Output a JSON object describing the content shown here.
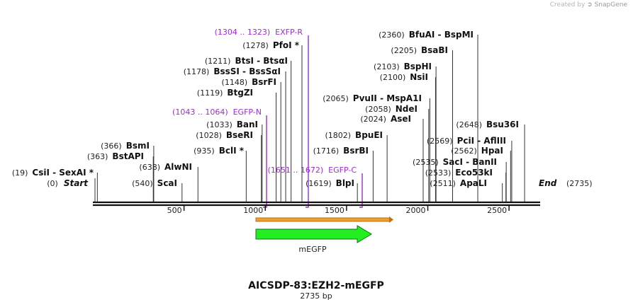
{
  "credit": {
    "text": "Created by",
    "brand": "SnapGene"
  },
  "title": "AICSDP-83:EZH2-mEGFP",
  "subtitle": "2735 bp",
  "length": 2735,
  "scale_ticks": [
    {
      "value": 500,
      "label": "500"
    },
    {
      "value": 1000,
      "label": "1000"
    },
    {
      "value": 1500,
      "label": "1500"
    },
    {
      "value": 2000,
      "label": "2000"
    },
    {
      "value": 2500,
      "label": "2500"
    }
  ],
  "ends": {
    "start": {
      "pos": "(0)",
      "name": "Start"
    },
    "end": {
      "pos": "(2735)",
      "name": "End"
    }
  },
  "sites": [
    {
      "id": "csii",
      "bp": 19,
      "pos": "(19)",
      "name": "CsiI  -  SexAI *"
    },
    {
      "id": "bstapi",
      "bp": 363,
      "pos": "(363)",
      "name": "BstAPI"
    },
    {
      "id": "bsmi",
      "bp": 366,
      "pos": "(366)",
      "name": "BsmI"
    },
    {
      "id": "scai",
      "bp": 540,
      "pos": "(540)",
      "name": "ScaI"
    },
    {
      "id": "alwni",
      "bp": 638,
      "pos": "(638)",
      "name": "AlwNI"
    },
    {
      "id": "bcli",
      "bp": 935,
      "pos": "(935)",
      "name": "BclI *"
    },
    {
      "id": "bseri",
      "bp": 1028,
      "pos": "(1028)",
      "name": "BseRI"
    },
    {
      "id": "bani",
      "bp": 1033,
      "pos": "(1033)",
      "name": "BanI"
    },
    {
      "id": "btgzi",
      "bp": 1119,
      "pos": "(1119)",
      "name": "BtgZI"
    },
    {
      "id": "bsrfi",
      "bp": 1148,
      "pos": "(1148)",
      "name": "BsrFI"
    },
    {
      "id": "bsssi",
      "bp": 1178,
      "pos": "(1178)",
      "name": "BssSI  -  BssSαI"
    },
    {
      "id": "btsi",
      "bp": 1211,
      "pos": "(1211)",
      "name": "BtsI  -  BtsαI"
    },
    {
      "id": "pfoi",
      "bp": 1278,
      "pos": "(1278)",
      "name": "PfoI *"
    },
    {
      "id": "blpi",
      "bp": 1619,
      "pos": "(1619)",
      "name": "BlpI"
    },
    {
      "id": "bsrbi",
      "bp": 1716,
      "pos": "(1716)",
      "name": "BsrBI"
    },
    {
      "id": "bpuei",
      "bp": 1802,
      "pos": "(1802)",
      "name": "BpuEI"
    },
    {
      "id": "asei",
      "bp": 2024,
      "pos": "(2024)",
      "name": "AseI"
    },
    {
      "id": "ndei",
      "bp": 2058,
      "pos": "(2058)",
      "name": "NdeI"
    },
    {
      "id": "pvuii",
      "bp": 2065,
      "pos": "(2065)",
      "name": "PvuII  -  MspA1I"
    },
    {
      "id": "nsii",
      "bp": 2100,
      "pos": "(2100)",
      "name": "NsiI"
    },
    {
      "id": "bsphi",
      "bp": 2103,
      "pos": "(2103)",
      "name": "BspHI"
    },
    {
      "id": "bsabi",
      "bp": 2205,
      "pos": "(2205)",
      "name": "BsaBI"
    },
    {
      "id": "bfuai",
      "bp": 2360,
      "pos": "(2360)",
      "name": "BfuAI  -  BspMI"
    },
    {
      "id": "apali",
      "bp": 2511,
      "pos": "(2511)",
      "name": "ApaLI"
    },
    {
      "id": "eco53ki",
      "bp": 2533,
      "pos": "(2533)",
      "name": "Eco53kI"
    },
    {
      "id": "saci",
      "bp": 2535,
      "pos": "(2535)",
      "name": "SacI  -  BanII"
    },
    {
      "id": "hpai",
      "bp": 2562,
      "pos": "(2562)",
      "name": "HpaI"
    },
    {
      "id": "pcli",
      "bp": 2569,
      "pos": "(2569)",
      "name": "PciI  -  AflIII"
    },
    {
      "id": "bsu36i",
      "bp": 2648,
      "pos": "(2648)",
      "name": "Bsu36I"
    }
  ],
  "primers": [
    {
      "id": "egfp-n",
      "start": 1043,
      "end": 1064,
      "pos": "(1043 .. 1064)",
      "name": "EGFP-N",
      "dir": "fwd"
    },
    {
      "id": "exfp-r",
      "start": 1304,
      "end": 1323,
      "pos": "(1304 .. 1323)",
      "name": "EXFP-R",
      "dir": "rev"
    },
    {
      "id": "egfp-c",
      "start": 1651,
      "end": 1672,
      "pos": "(1651 .. 1672)",
      "name": "EGFP-C",
      "dir": "rev"
    }
  ],
  "features": [
    {
      "id": "mEGFP",
      "start": 1007,
      "end": 1726,
      "name": "mEGFP",
      "color": "#22ee22",
      "stroke": "#117711"
    },
    {
      "id": "orf-bar",
      "start": 1007,
      "end": 1726,
      "color": "#e8a030",
      "stroke": "#c07010"
    }
  ],
  "colors": {
    "primer": "#9b30c9",
    "backbone": "#111111"
  }
}
